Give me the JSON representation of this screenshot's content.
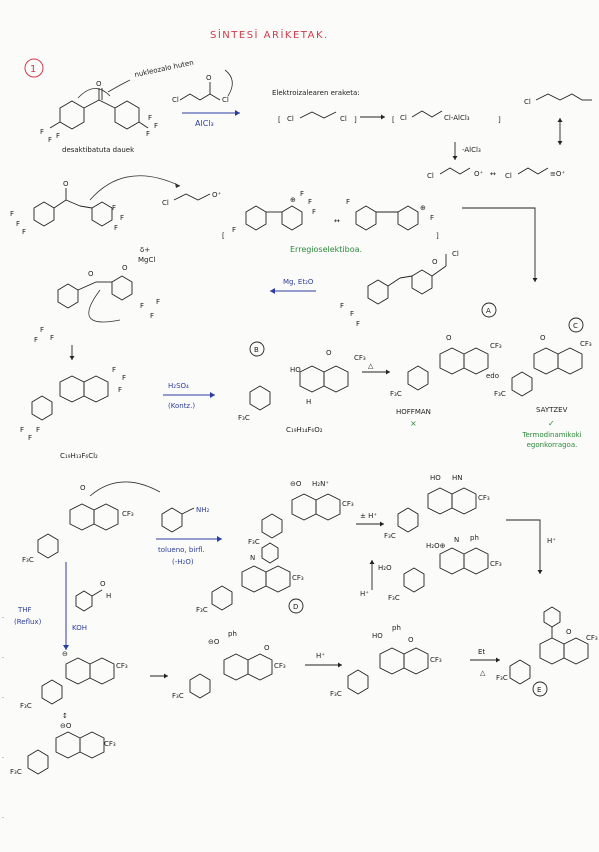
{
  "title": "SİNTESİ ARİKETAK.",
  "problem_number": "1",
  "labels": {
    "nucleophile": "nukleozalo huten",
    "deactivated": "desaktibatuta dauek",
    "reagent_alcl3": "AlCl₃",
    "electrophile_header": "Elektroizalearen eraketa:",
    "alcl3_minus": "-AlCl₃",
    "regioselectivity": "Erregioselektiboa.",
    "mg_et2o": "Mg, Et₂O",
    "h2so4": "H₂SO₄",
    "konz": "(Kontz.)",
    "formula_b": "C₁₉H₁₄F₆O₂",
    "formula_left": "C₁₉H₁₃F₆Cl₂",
    "delta": "△",
    "hoffman": "HOFFMAN",
    "x_mark": "×",
    "edo": "edo",
    "saytzev": "SAYTZEV",
    "check_mark": "✓",
    "thermo": "Termodinamikoki egonkorragoa.",
    "thf": "THF",
    "reflux": "(Reflux)",
    "koh": "KOH",
    "benzylamine": "NH₂",
    "toluene": "tolueno, birfl.",
    "minus_water": "(-H₂O)",
    "pm_h": "± H⁺",
    "h_plus": "H⁺",
    "h2o": "H₂O",
    "et": "Et",
    "ph": "ph",
    "cf3": "CF₃",
    "f3c": "F₃C",
    "f": "F",
    "cl": "Cl",
    "mgcl": "MgCl",
    "ho": "HO",
    "h": "H",
    "n": "N",
    "o": "O",
    "delta_plus": "δ+"
  },
  "compound_labels": [
    "A",
    "B",
    "C",
    "D",
    "E"
  ]
}
